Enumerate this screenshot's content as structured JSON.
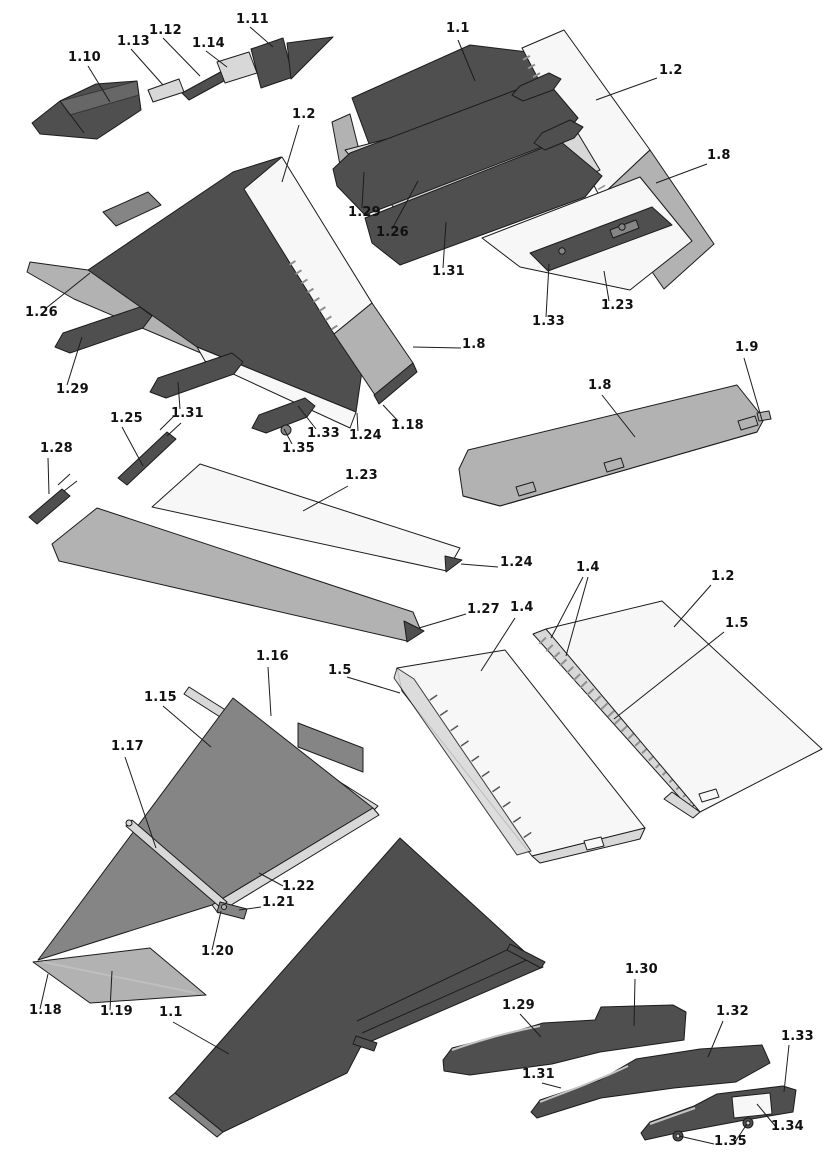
{
  "colors": {
    "background": "#ffffff",
    "outline": "#1c1c1c",
    "part_dark": "#4f4f4f",
    "part_mid": "#858585",
    "part_light": "#b2b2b2",
    "part_lighter": "#d8d8d8",
    "part_white": "#f7f7f7",
    "label_text": "#111111"
  },
  "labels": [
    {
      "text": "1.10"
    },
    {
      "text": "1.13"
    },
    {
      "text": "1.12"
    },
    {
      "text": "1.14"
    },
    {
      "text": "1.11"
    },
    {
      "text": "1.1"
    },
    {
      "text": "1.2"
    },
    {
      "text": "1.8"
    },
    {
      "text": "1.29"
    },
    {
      "text": "1.26"
    },
    {
      "text": "1.31"
    },
    {
      "text": "1.33"
    },
    {
      "text": "1.23"
    },
    {
      "text": "1.8"
    },
    {
      "text": "1.2"
    },
    {
      "text": "1.26"
    },
    {
      "text": "1.29"
    },
    {
      "text": "1.31"
    },
    {
      "text": "1.25"
    },
    {
      "text": "1.28"
    },
    {
      "text": "1.33"
    },
    {
      "text": "1.35"
    },
    {
      "text": "1.24"
    },
    {
      "text": "1.18"
    },
    {
      "text": "1.23"
    },
    {
      "text": "1.24"
    },
    {
      "text": "1.27"
    },
    {
      "text": "1.4"
    },
    {
      "text": "1.5"
    },
    {
      "text": "1.4"
    },
    {
      "text": "1.2"
    },
    {
      "text": "1.5"
    },
    {
      "text": "1.8"
    },
    {
      "text": "1.9"
    },
    {
      "text": "1.16"
    },
    {
      "text": "1.15"
    },
    {
      "text": "1.17"
    },
    {
      "text": "1.22"
    },
    {
      "text": "1.21"
    },
    {
      "text": "1.20"
    },
    {
      "text": "1.18"
    },
    {
      "text": "1.19"
    },
    {
      "text": "1.1"
    },
    {
      "text": "1.30"
    },
    {
      "text": "1.29"
    },
    {
      "text": "1.32"
    },
    {
      "text": "1.33"
    },
    {
      "text": "1.31"
    },
    {
      "text": "1.34"
    },
    {
      "text": "1.35"
    }
  ]
}
